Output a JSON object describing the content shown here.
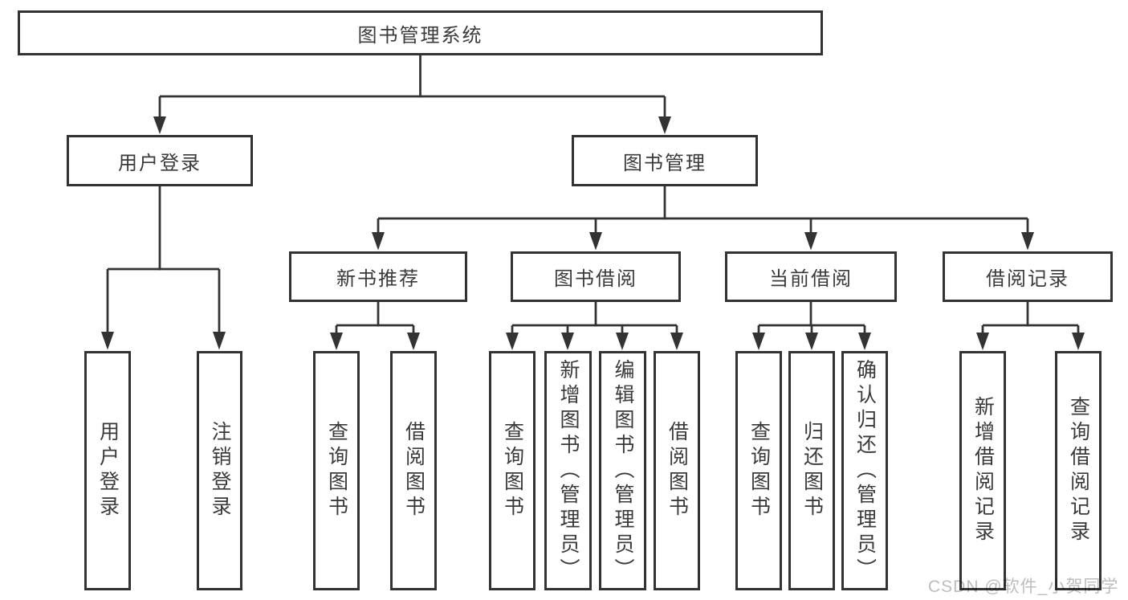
{
  "diagram": {
    "title": "图书管理系统",
    "root": {
      "id": "library-system",
      "label": "图书管理系统"
    },
    "level2": [
      {
        "id": "user-login",
        "label": "用户登录",
        "parent": "library-system"
      },
      {
        "id": "book-management",
        "label": "图书管理",
        "parent": "library-system"
      }
    ],
    "level3": [
      {
        "id": "new-book-recommend",
        "label": "新书推荐",
        "parent": "book-management"
      },
      {
        "id": "book-borrow",
        "label": "图书借阅",
        "parent": "book-management"
      },
      {
        "id": "current-borrow",
        "label": "当前借阅",
        "parent": "book-management"
      },
      {
        "id": "borrow-records",
        "label": "借阅记录",
        "parent": "book-management"
      }
    ],
    "leaves": [
      {
        "label": "用户登录",
        "parent": "user-login"
      },
      {
        "label": "注销登录",
        "parent": "user-login"
      },
      {
        "label": "查询图书",
        "parent": "new-book-recommend"
      },
      {
        "label": "借阅图书",
        "parent": "new-book-recommend"
      },
      {
        "label": "查询图书",
        "parent": "book-borrow"
      },
      {
        "label": "新增图书（管理员）",
        "parent": "book-borrow"
      },
      {
        "label": "编辑图书（管理员）",
        "parent": "book-borrow"
      },
      {
        "label": "借阅图书",
        "parent": "book-borrow"
      },
      {
        "label": "查询图书",
        "parent": "current-borrow"
      },
      {
        "label": "归还图书",
        "parent": "current-borrow"
      },
      {
        "label": "确认归还（管理员）",
        "parent": "current-borrow"
      },
      {
        "label": "新增借阅记录",
        "parent": "borrow-records"
      },
      {
        "label": "查询借阅记录",
        "parent": "borrow-records"
      }
    ]
  },
  "watermark": {
    "text": "CSDN @软件_小贺同学"
  },
  "colors": {
    "line": "#333333",
    "border": "#333333",
    "text": "#3a3a3a",
    "watermark": "#bdbdbd",
    "background": "#ffffff"
  }
}
